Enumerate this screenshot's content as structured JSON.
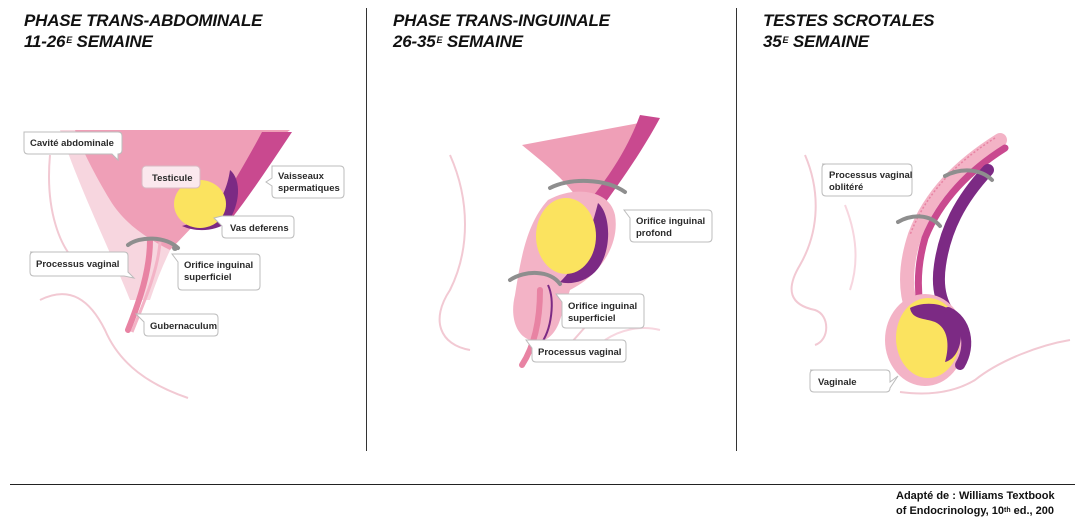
{
  "panels": [
    {
      "title_line1": "PHASE TRANS-ABDOMINALE",
      "title_line2_main": "11-26",
      "title_line2_sup": "E",
      "title_line2_rest": " SEMAINE",
      "labels": {
        "cavite": "Cavité abdominale",
        "testicule": "Testicule",
        "vaisseaux_1": "Vaisseaux",
        "vaisseaux_2": "spermatiques",
        "vas_deferens": "Vas deferens",
        "processus": "Processus vaginal",
        "orifice_1": "Orifice inguinal",
        "orifice_2": "superficiel",
        "gubernaculum": "Gubernaculum"
      }
    },
    {
      "title_line1": "PHASE TRANS-INGUINALE",
      "title_line2_main": "26-35",
      "title_line2_sup": "E",
      "title_line2_rest": " SEMAINE",
      "labels": {
        "profond_1": "Orifice inguinal",
        "profond_2": "profond",
        "superficiel_1": "Orifice inguinal",
        "superficiel_2": "superficiel",
        "processus": "Processus vaginal"
      }
    },
    {
      "title_line1": "TESTES SCROTALES",
      "title_line2_main": "35",
      "title_line2_sup": "E",
      "title_line2_rest": " SEMAINE",
      "labels": {
        "oblitere_1": "Processus vaginal",
        "oblitere_2": "oblitéré",
        "vaginale": "Vaginale"
      }
    }
  ],
  "credit": {
    "line1": "Adapté de : Williams Textbook",
    "line2_a": "of Endocrinology, 10",
    "line2_sup": "th",
    "line2_b": " ed., 200"
  },
  "colors": {
    "light_pink": "#f7d6df",
    "pink": "#ef9fb7",
    "mid_pink": "#e883a3",
    "magenta": "#c9498f",
    "purple": "#7c2a84",
    "yellow": "#fbe35f",
    "gray": "#8e8e8e",
    "outline_pink": "#f2c9d3"
  }
}
